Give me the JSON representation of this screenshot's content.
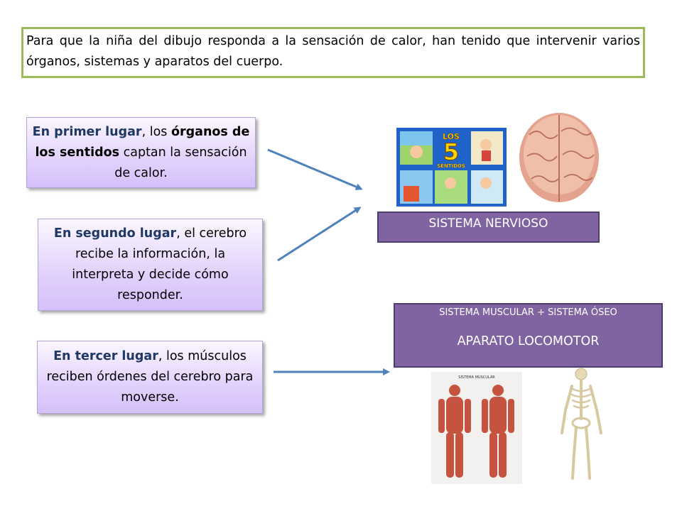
{
  "intro": "Para que la niña del dibujo responda a la sensación de calor, han tenido que intervenir varios órganos, sistemas y aparatos del cuerpo.",
  "steps": [
    {
      "lead": "En primer lugar",
      "t1": ", los ",
      "bold": "órganos de los sentidos",
      "t2": " captan la sensación de calor."
    },
    {
      "lead": "En segundo lugar",
      "t1": ", el cerebro recibe la información, la interpreta y decide cómo responder."
    },
    {
      "lead": "En tercer lugar",
      "t1": ", los músculos reciben órdenes del cerebro para moverse."
    }
  ],
  "sistema_nervioso": "SISTEMA NERVIOSO",
  "locomotor": {
    "subtitle": "SISTEMA MUSCULAR + SISTEMA ÓSEO",
    "title": "APARATO LOCOMOTOR"
  },
  "senses_poster": {
    "number": "5",
    "top": "LOS",
    "bottom": "SENTIDOS"
  },
  "muscle_chart_title": "SISTEMA MUSCULAR",
  "colors": {
    "intro_border": "#9bbb59",
    "system_box": "#8064a2",
    "arrow": "#4f81bd",
    "lead_text": "#1f3864"
  }
}
